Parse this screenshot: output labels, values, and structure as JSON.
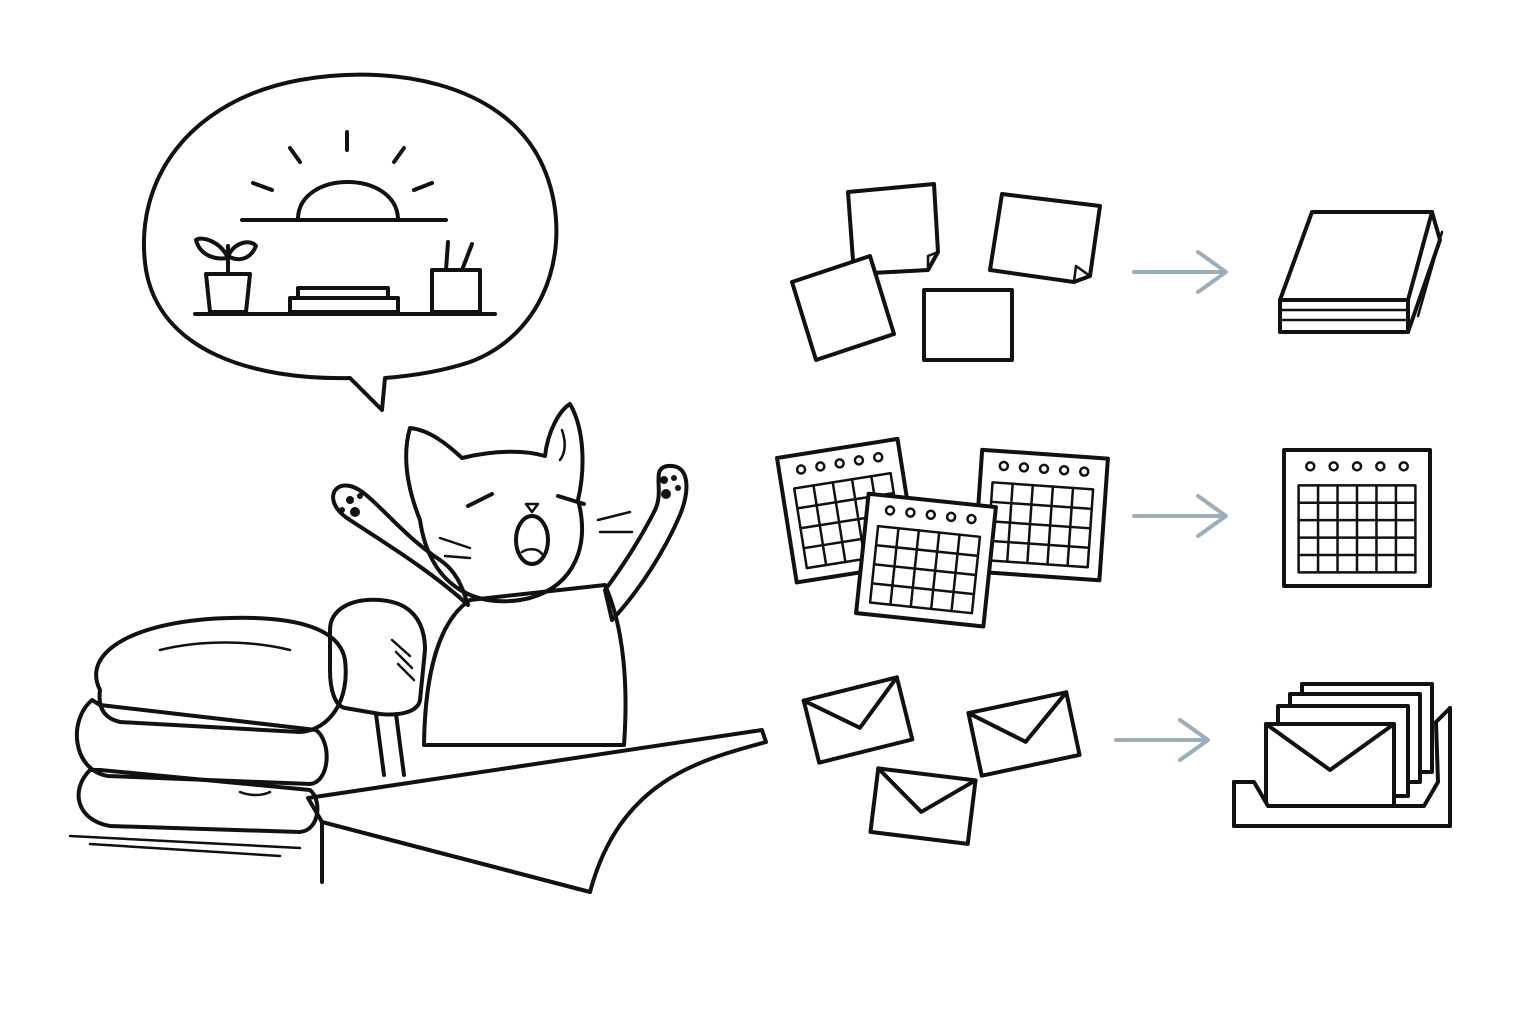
{
  "scene": {
    "description_text": "",
    "colors": {
      "ink": "#111111",
      "background": "#ffffff",
      "arrow": "#9aaebb"
    },
    "rows": [
      {
        "name": "notes-row",
        "from": "sticky-notes",
        "to": "notebook",
        "from_count": 4
      },
      {
        "name": "calendar-row",
        "from": "calendar-pages",
        "to": "calendar",
        "from_count": 3
      },
      {
        "name": "mail-row",
        "from": "envelopes",
        "to": "mail-tray",
        "from_count": 3
      }
    ],
    "icons": {
      "cat": "yawning-cat-icon",
      "bubble": "thought-bubble-icon",
      "sun": "sun-icon",
      "plant": "plant-icon",
      "pencils": "pencil-cup-icon",
      "books": "book-stack-icon",
      "pillow": "pillow-icon",
      "chair": "chair-icon",
      "desk": "desk-icon"
    }
  }
}
